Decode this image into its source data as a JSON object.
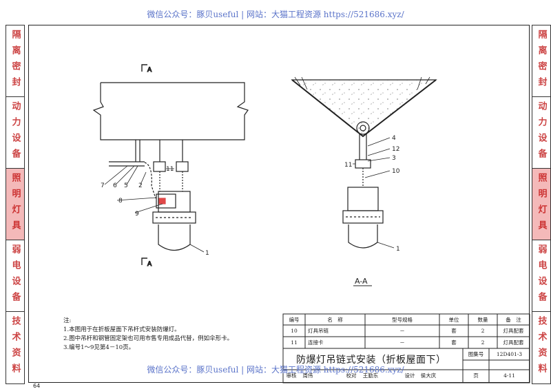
{
  "watermark": {
    "text": "微信公众号：豚贝useful | 网站：大猫工程资源 https://521686.xyz/"
  },
  "side_tabs_left": [
    {
      "label": "隔离密封"
    },
    {
      "label": "动力设备"
    },
    {
      "label": "照明灯具"
    },
    {
      "label": "弱电设备"
    },
    {
      "label": "技术资料"
    }
  ],
  "side_tabs_right": [
    {
      "label": "隔离密封"
    },
    {
      "label": "动力设备"
    },
    {
      "label": "照明灯具"
    },
    {
      "label": "弱电设备"
    },
    {
      "label": "技术资料"
    }
  ],
  "section_marks": {
    "top": "A",
    "bottom": "A",
    "view_title": "A-A"
  },
  "callouts_left": [
    "7",
    "6",
    "5",
    "2",
    "11",
    "8",
    "9",
    "1"
  ],
  "callouts_right": [
    "4",
    "12",
    "3",
    "11",
    "10",
    "1"
  ],
  "notes": {
    "heading": "注:",
    "lines": [
      "1.本图用于在折板屋面下吊杆式安装防爆灯。",
      "2.图中吊杆和钢管固定架也可用市售专用成品代替，例如伞形卡。",
      "3.编号1～9见第4－10页。"
    ]
  },
  "parts_table": {
    "headers": [
      "编号",
      "名　称",
      "型号规格",
      "单位",
      "数量",
      "备　注"
    ],
    "rows": [
      [
        "10",
        "灯具吊链",
        "－",
        "套",
        "2",
        "灯具配套"
      ],
      [
        "11",
        "连接卡",
        "－",
        "套",
        "2",
        "灯具配套"
      ]
    ]
  },
  "title_block": {
    "title": "防爆灯吊链式安装（折板屋面下）",
    "atlas_label": "图集号",
    "atlas_no": "12D401-3",
    "page_label": "页",
    "page_no": "4-11",
    "review_label": "审核",
    "reviewer": "周伟",
    "check_label": "校对",
    "checker": "王勤东",
    "design_label": "设计",
    "designer": "侯大庆"
  },
  "page_number": "64"
}
